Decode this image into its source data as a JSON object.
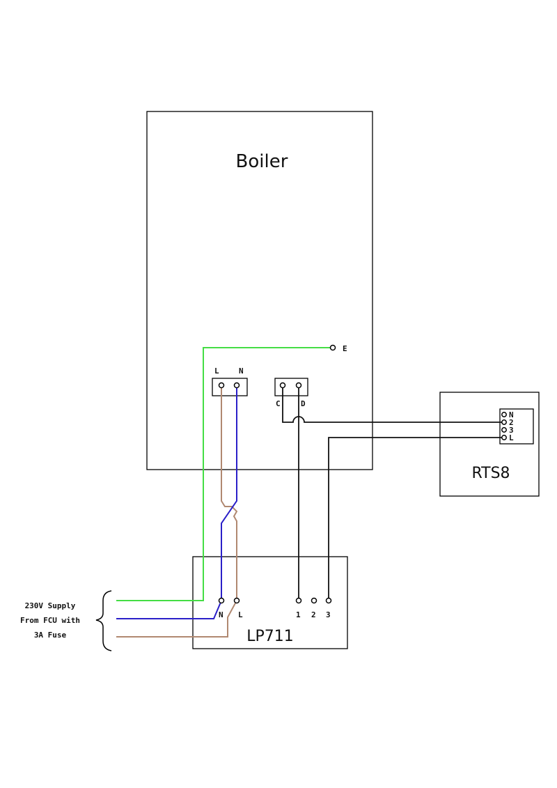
{
  "diagram": {
    "colors": {
      "earth": "#44dd44",
      "neutral": "#2a1fc8",
      "live": "#b08870",
      "control": "#111111"
    },
    "boiler": {
      "title": "Boiler",
      "earth_label": "E",
      "power_terminals": {
        "l": "L",
        "n": "N"
      },
      "control_terminals": {
        "c": "C",
        "d": "D"
      }
    },
    "rts8": {
      "title": "RTS8",
      "terminals": [
        "N",
        "2",
        "3",
        "L"
      ]
    },
    "lp711": {
      "title": "LP711",
      "power_terminals": {
        "n": "N",
        "l": "L"
      },
      "switch_terminals": [
        "1",
        "2",
        "3"
      ]
    },
    "supply": {
      "lines": [
        "230V Supply",
        "From FCU with",
        "3A Fuse"
      ]
    }
  }
}
